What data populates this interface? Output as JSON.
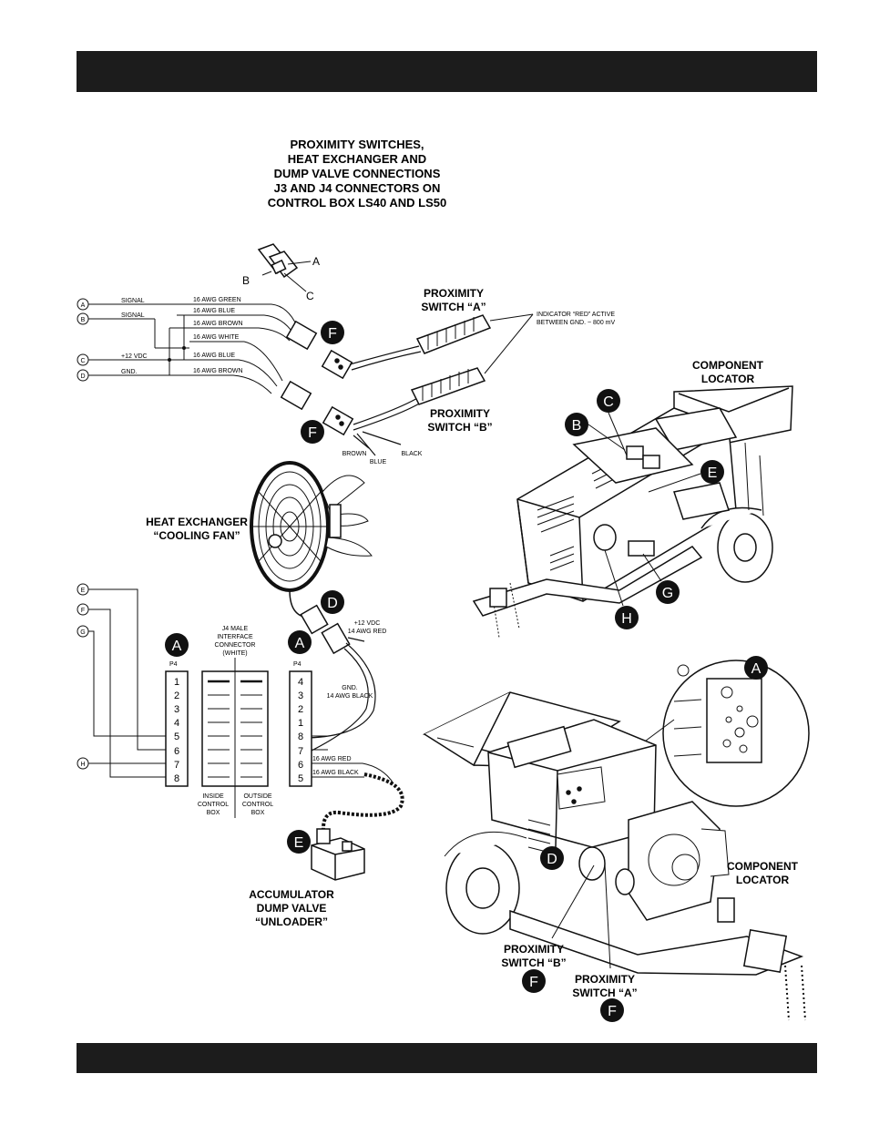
{
  "title_lines": [
    "PROXIMITY SWITCHES,",
    "HEAT EXCHANGER AND",
    "DUMP VALVE CONNECTIONS",
    "J3 AND J4 CONNECTORS ON",
    "CONTROL BOX LS40 AND LS50"
  ],
  "connector_letters": {
    "a": "A",
    "b": "B",
    "c": "C"
  },
  "wiring": {
    "terminals": [
      {
        "letter": "A",
        "label": "SIGNAL"
      },
      {
        "letter": "B",
        "label": "SIGNAL"
      },
      {
        "letter": "C",
        "label": "+12 VDC"
      },
      {
        "letter": "D",
        "label": "GND."
      }
    ],
    "wires": [
      "16 AWG GREEN",
      "16 AWG BLUE",
      "16 AWG BROWN",
      "16 AWG WHITE",
      "16 AWG BLUE",
      "16 AWG BROWN"
    ],
    "bottom_wires": [
      "BROWN",
      "BLUE",
      "BLACK"
    ]
  },
  "callouts": {
    "A": "A",
    "B": "B",
    "C": "C",
    "D": "D",
    "E": "E",
    "F": "F",
    "G": "G",
    "H": "H"
  },
  "proximity_a": [
    "PROXIMITY",
    "SWITCH “A”"
  ],
  "proximity_b": [
    "PROXIMITY",
    "SWITCH “B”"
  ],
  "indicator_note": [
    "INDICATOR “RED” ACTIVE",
    "BETWEEN GND. ~ 800 mV"
  ],
  "component_locator": [
    "COMPONENT",
    "LOCATOR"
  ],
  "heat_exchanger": [
    "HEAT EXCHANGER",
    "“COOLING FAN”"
  ],
  "j4": {
    "header": [
      "J4 MALE",
      "INTERFACE",
      "CONNECTOR",
      "(WHITE)"
    ],
    "p4_label": "P4",
    "left_pins": [
      "1",
      "2",
      "3",
      "4",
      "5",
      "6",
      "7",
      "8"
    ],
    "right_pins": [
      "4",
      "3",
      "2",
      "1",
      "8",
      "7",
      "6",
      "5"
    ],
    "inside_label": [
      "INSIDE",
      "CONTROL",
      "BOX"
    ],
    "outside_label": [
      "OUTSIDE",
      "CONTROL",
      "BOX"
    ],
    "left_terminals": [
      "E",
      "F",
      "G",
      "H"
    ]
  },
  "fan_wires": {
    "plus": [
      "+12 VDC",
      "14 AWG RED"
    ],
    "gnd": [
      "GND.",
      "14 AWG BLACK"
    ],
    "valve_red": "16 AWG RED",
    "valve_black": "16 AWG BLACK"
  },
  "accumulator": [
    "ACCUMULATOR",
    "DUMP VALVE",
    "“UNLOADER”"
  ]
}
